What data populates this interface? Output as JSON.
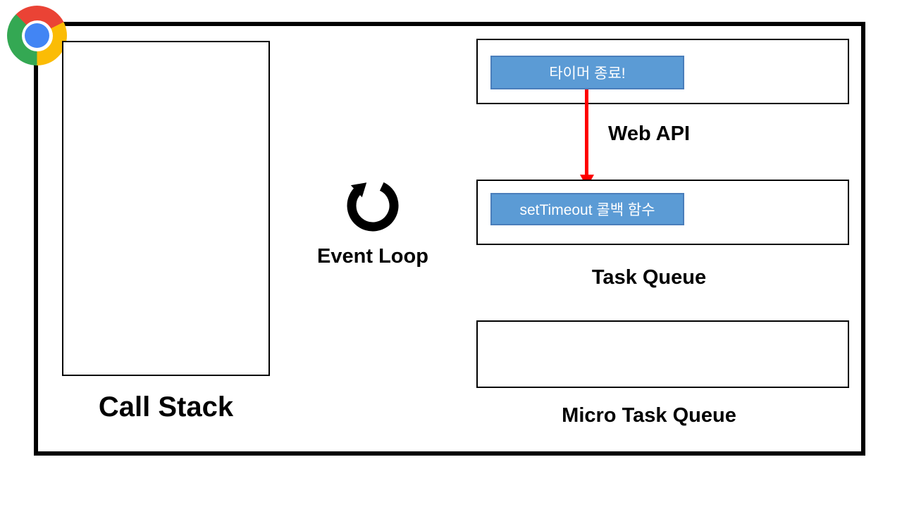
{
  "sections": {
    "call_stack": {
      "label": "Call Stack"
    },
    "event_loop": {
      "label": "Event Loop"
    },
    "web_api": {
      "label": "Web API",
      "item_label": "타이머 종료!"
    },
    "task_queue": {
      "label": "Task Queue",
      "item_label": "setTimeout 콜백 함수"
    },
    "micro_task_queue": {
      "label": "Micro Task Queue"
    }
  },
  "icons": {
    "browser_logo": "chrome-logo-icon",
    "loop": "event-loop-circular-arrow-icon",
    "arrow": "red-down-arrow-icon"
  },
  "colors": {
    "item_fill": "#5B9BD5",
    "item_border": "#4A7EBB",
    "arrow_red": "#FF0000",
    "outline": "#000000",
    "chrome_red": "#EA4335",
    "chrome_yellow": "#FBBC05",
    "chrome_green": "#34A853",
    "chrome_blue": "#4285F4"
  }
}
